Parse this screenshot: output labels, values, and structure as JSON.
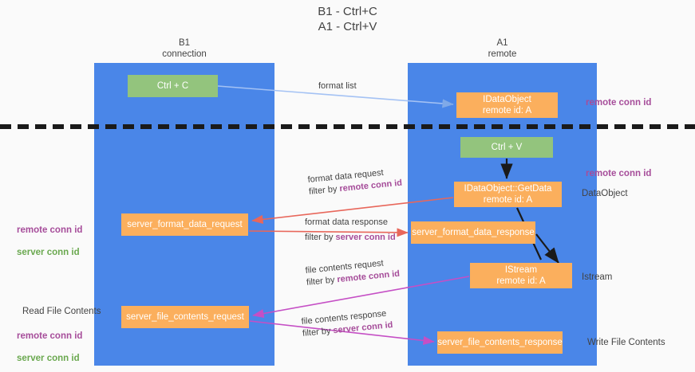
{
  "title": "B1 - Ctrl+C\nA1 - Ctrl+V",
  "columns": {
    "left": {
      "name": "B1",
      "role": "connection",
      "label": "B1\nconnection"
    },
    "right": {
      "name": "A1",
      "role": "remote",
      "label": "A1\nremote"
    }
  },
  "boxes": {
    "ctrl_c": "Ctrl + C",
    "idataobject": "IDataObject\nremote id: A",
    "ctrl_v": "Ctrl + V",
    "getdata": "IDataObject::GetData\nremote id: A",
    "server_format_data_request": "server_format_data_request",
    "server_format_data_response": "server_format_data_response",
    "istream": "IStream\nremote id: A",
    "server_file_contents_request": "server_file_contents_request",
    "server_file_contents_response": "server_file_contents_response"
  },
  "edges": {
    "format_list": "format list",
    "format_data_request": "format data request",
    "format_data_request_filter_prefix": "filter by ",
    "format_data_request_filter_key": "remote conn id",
    "format_data_response": "format data response",
    "format_data_response_filter_prefix": "filter by ",
    "format_data_response_filter_key": "server conn id",
    "file_contents_request": "file contents request",
    "file_contents_request_filter_prefix": "filter by ",
    "file_contents_request_filter_key": "remote conn id",
    "file_contents_response": "file contents response",
    "file_contents_response_filter_prefix": "filter by ",
    "file_contents_response_filter_key": "server conn id"
  },
  "annotations": {
    "remote_conn_id_top": "remote conn id",
    "remote_conn_id_mid": "remote conn id",
    "dataobject": "DataObject",
    "istream_right": "Istream",
    "write_file_contents": "Write File Contents",
    "read_file_contents": "Read File Contents",
    "left_remote_conn_id": "remote conn id",
    "left_server_conn_id": "server conn id",
    "left_remote_conn_id_2": "remote conn id",
    "left_server_conn_id_2": "server conn id"
  },
  "colors": {
    "lane": "#4a86e8",
    "box_green": "#93c47d",
    "box_orange": "#fbaf5d",
    "purple": "#a64d9a",
    "green_text": "#6aa84f",
    "arrow_blue": "#a4c2f4",
    "arrow_red": "#e06666",
    "arrow_magenta": "#c27ba0",
    "arrow_black": "#1a1a1a",
    "background": "#fafafa"
  }
}
